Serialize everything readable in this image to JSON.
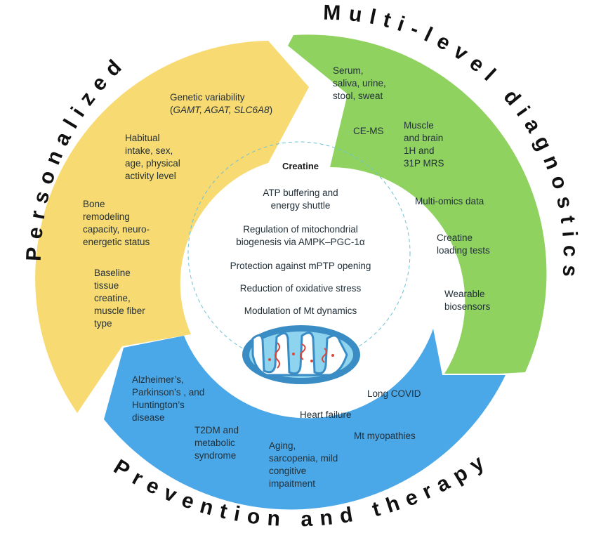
{
  "colors": {
    "personalized": "#F8DA72",
    "diagnostics": "#8FD25F",
    "prevention": "#4AA8E8",
    "mito_outer": "#3A8CC4",
    "mito_inner": "#8FD4EE",
    "mito_dna": "#D9463A"
  },
  "ring_titles": {
    "personalized": "Personalized",
    "diagnostics": "Multi-level diagnostics",
    "prevention": "Prevention and therapy"
  },
  "center": {
    "title": "Creatine",
    "items": [
      [
        "ATP buffering and",
        "energy shuttle"
      ],
      [
        "Regulation of mitochondrial",
        "biogenesis via AMPK–PGC-1α"
      ],
      [
        "Protection against mPTP opening"
      ],
      [
        "Reduction of oxidative stress"
      ],
      [
        "Modulation of Mt dynamics"
      ]
    ]
  },
  "personalized_items": {
    "genetic_line1": "Genetic variability",
    "genetic_open": "(",
    "genes": "GAMT, AGAT, SLC6A8",
    "genetic_close": ")",
    "habitual": [
      "Habitual",
      "intake, sex,",
      "age, physical",
      "activity level"
    ],
    "bone": [
      "Bone",
      "remodeling",
      "capacity, neuro-",
      "energetic status"
    ],
    "baseline": [
      "Baseline",
      "tissue",
      "creatine,",
      "muscle fiber",
      "type"
    ]
  },
  "diagnostics_items": {
    "fluids": [
      "Serum,",
      "saliva, urine,",
      "stool, sweat"
    ],
    "cems": [
      "CE-MS"
    ],
    "mrs": [
      "Muscle",
      "and brain",
      "1H and",
      "31P MRS"
    ],
    "omics": [
      "Multi-omics data"
    ],
    "loading": [
      "Creatine",
      "loading tests"
    ],
    "wearable": [
      "Wearable",
      "biosensors"
    ]
  },
  "prevention_items": {
    "neuro": [
      "Alzheimer’s,",
      "Parkinson’s , and",
      "Huntington’s",
      "disease"
    ],
    "t2dm": [
      "T2DM and",
      "metabolic",
      "syndrome"
    ],
    "aging": [
      "Aging,",
      "sarcopenia, mild",
      "congitive",
      "impaitment"
    ],
    "heart": [
      "Heart failure"
    ],
    "covid": [
      "Long COVID"
    ],
    "myopathies": [
      "Mt myopathies"
    ]
  }
}
